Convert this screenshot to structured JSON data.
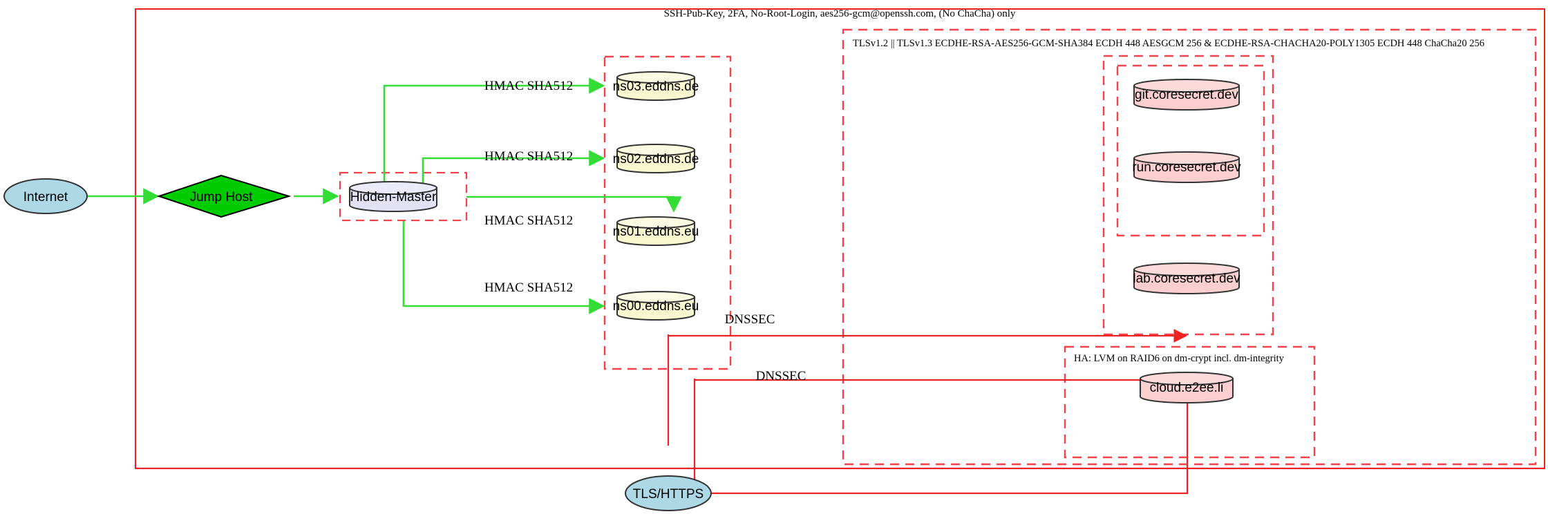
{
  "diagram": {
    "title_labels": {
      "outer_ssh": "SSH-Pub-Key, 2FA, No-Root-Login, aes256-gcm@openssh.com, (No ChaCha) only",
      "tls_cluster": "TLSv1.2 || TLSv1.3 ECDHE-RSA-AES256-GCM-SHA384 ECDH 448 AESGCM 256 & ECDHE-RSA-CHACHA20-POLY1305 ECDH 448 ChaCha20 256",
      "ha_cluster": "HA: LVM on RAID6 on dm-crypt incl. dm-integrity"
    },
    "nodes": {
      "internet": "Internet",
      "jump_host": "Jump Host",
      "hidden_master": "Hidden-Master",
      "tls_https": "TLS/HTTPS",
      "ns03": "ns03.eddns.de",
      "ns02": "ns02.eddns.de",
      "ns01": "ns01.eddns.eu",
      "ns00": "ns00.eddns.eu",
      "git": "git.coresecret.dev",
      "run": "run.coresecret.dev",
      "lab": "lab.coresecret.dev",
      "cloud": "cloud.e2ee.li"
    },
    "edge_labels": {
      "hmac_1": "HMAC SHA512",
      "hmac_2": "HMAC SHA512",
      "hmac_3": "HMAC SHA512",
      "hmac_4": "HMAC SHA512",
      "dnssec_1": "DNSSEC",
      "dnssec_2": "DNSSEC"
    },
    "colors": {
      "boundary_red": "#ee2222",
      "dashed_red": "#f4424a",
      "edge_green": "#33dd33",
      "internet_fill": "#add8e6",
      "jump_fill": "#00cc00",
      "master_fill": "#e2e2f5",
      "dns_fill": "#f7f7d0",
      "service_fill": "#fbcfcf",
      "stroke_dark": "#333333"
    }
  }
}
